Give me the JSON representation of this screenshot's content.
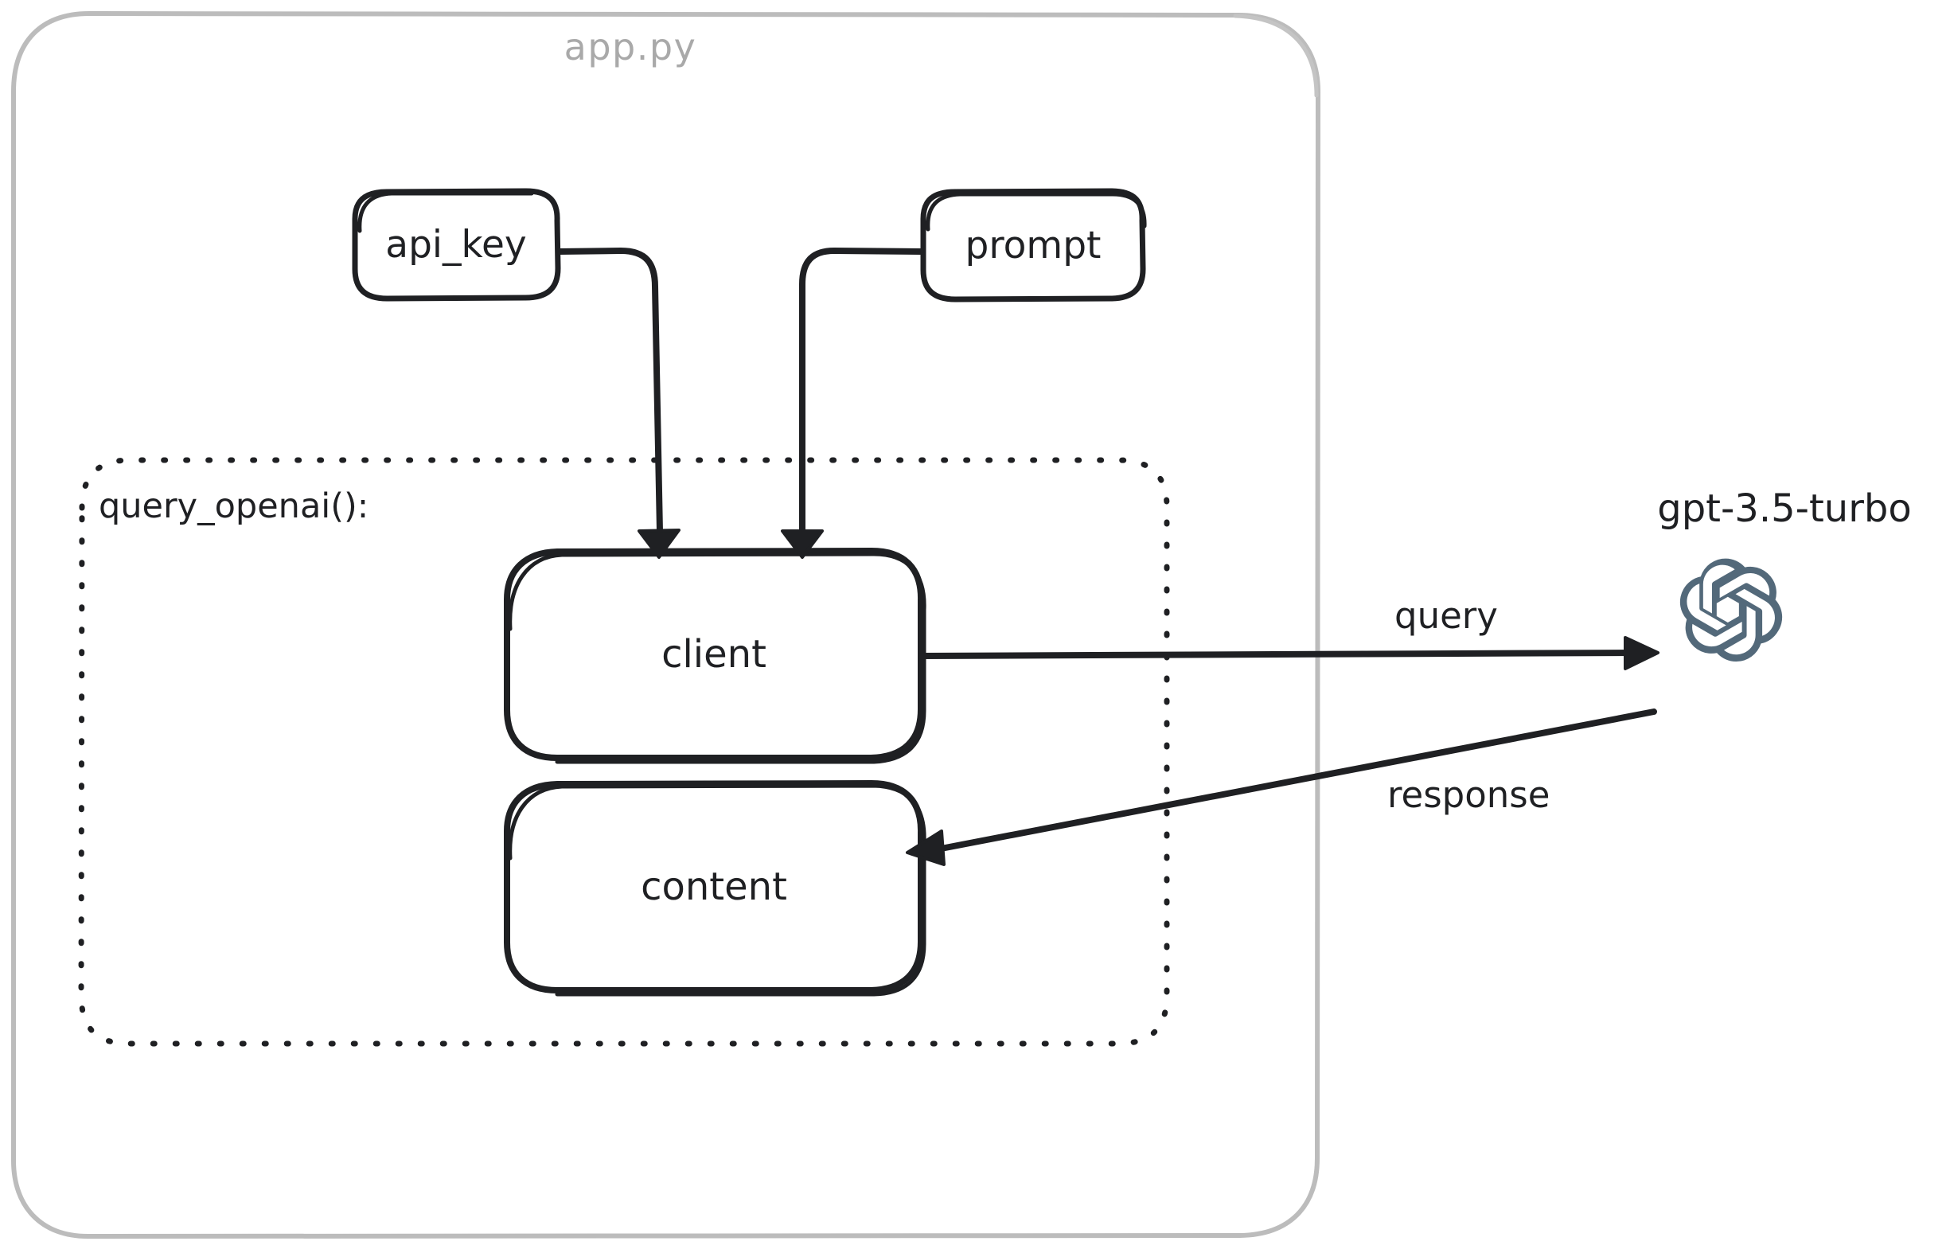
{
  "diagram": {
    "type": "flow-diagram",
    "style": "hand-drawn-sketch",
    "title": "app.py",
    "title_color": "#a9a9a9",
    "stroke_color": "#1f2023",
    "background": "#ffffff"
  },
  "containers": [
    {
      "id": "app-file",
      "label": "app.py",
      "border_style": "solid",
      "border_color": "#bcbcbc"
    },
    {
      "id": "query-openai-function",
      "label": "query_openai():",
      "border_style": "dotted",
      "border_color": "#1f2023"
    }
  ],
  "nodes": [
    {
      "id": "api_key",
      "label": "api_key"
    },
    {
      "id": "prompt",
      "label": "prompt"
    },
    {
      "id": "client",
      "label": "client"
    },
    {
      "id": "content",
      "label": "content"
    }
  ],
  "external": {
    "model_label": "gpt-3.5-turbo",
    "logo_name": "openai-logo",
    "logo_color": "#53697a"
  },
  "edges": [
    {
      "id": "api_key-to-client",
      "label": "",
      "from": "api_key",
      "to": "client"
    },
    {
      "id": "prompt-to-client",
      "label": "",
      "from": "prompt",
      "to": "client"
    },
    {
      "id": "client-to-model",
      "label": "query",
      "from": "client",
      "to": "gpt-3.5-turbo"
    },
    {
      "id": "model-to-content",
      "label": "response",
      "from": "gpt-3.5-turbo",
      "to": "content"
    }
  ]
}
